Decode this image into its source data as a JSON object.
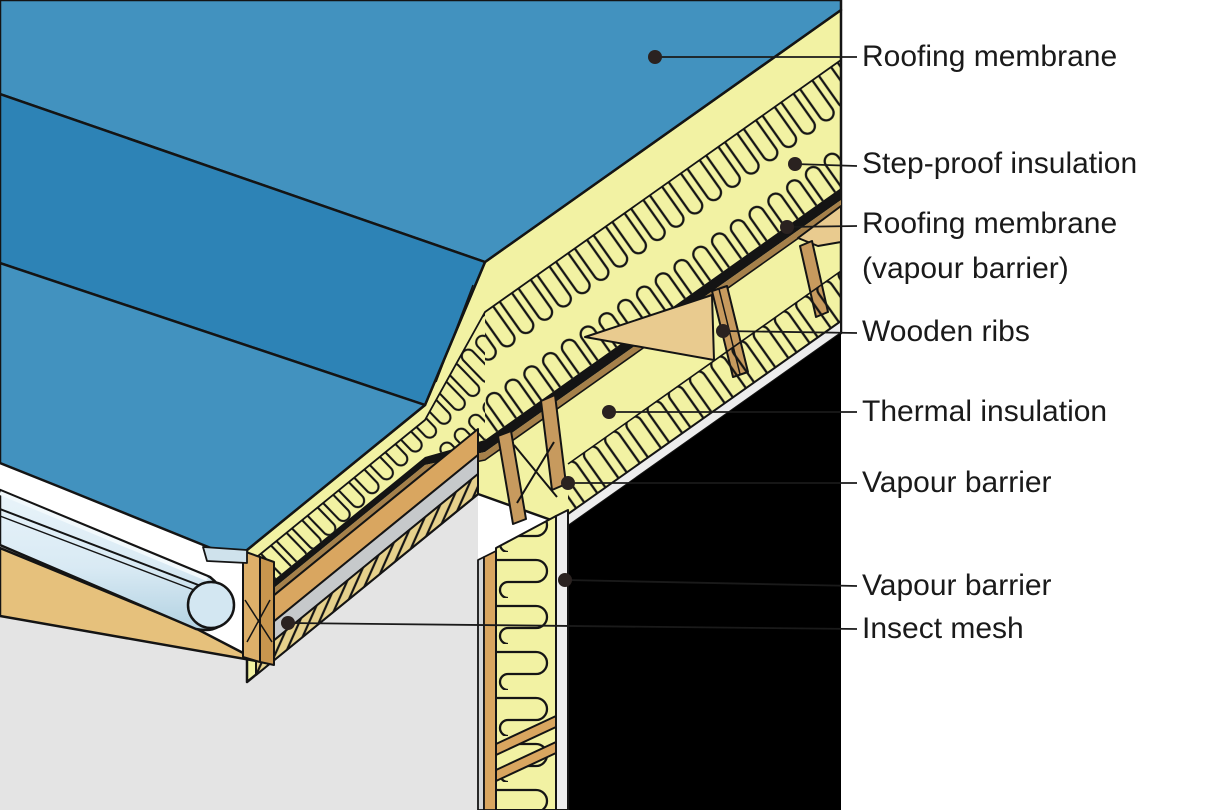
{
  "figure": {
    "type": "construction-cutaway-diagram",
    "subject": "Flat roof edge construction with insulation layers, gutter and wall junction"
  },
  "callouts": [
    {
      "id": "roofing-membrane-top",
      "label": "Roofing membrane"
    },
    {
      "id": "step-proof-insulation",
      "label": "Step-proof insulation"
    },
    {
      "id": "roofing-membrane-vapour",
      "label": "Roofing membrane (vapour barrier)"
    },
    {
      "id": "wooden-ribs",
      "label": "Wooden ribs"
    },
    {
      "id": "thermal-insulation",
      "label": "Thermal insulation"
    },
    {
      "id": "vapour-barrier-roof",
      "label": "Vapour barrier"
    },
    {
      "id": "vapour-barrier-wall",
      "label": "Vapour barrier"
    },
    {
      "id": "insect-mesh",
      "label": "Insect mesh"
    }
  ],
  "colors": {
    "membrane_blue_light": "#4292bf",
    "membrane_blue_dark": "#2d83b6",
    "membrane_pale_edge": "#cfe2ec",
    "insulation_yellow": "#f2f2a3",
    "wood_tan": "#e9cb8f",
    "wood_mid": "#d9a660",
    "wood_brown": "#a5804a",
    "rib_brown": "#c79a5e",
    "membrane_black": "#141414",
    "interior_black": "#000000",
    "exterior_grey": "#e4e4e4",
    "soffit_grey": "#c6c9cb",
    "mesh_yellow": "#e6d18c",
    "gutter_blue": "#d9eaf4",
    "vapour_white": "#ededed",
    "fascia_tan": "#e6c17c",
    "label_text": "#1a1a1a"
  }
}
